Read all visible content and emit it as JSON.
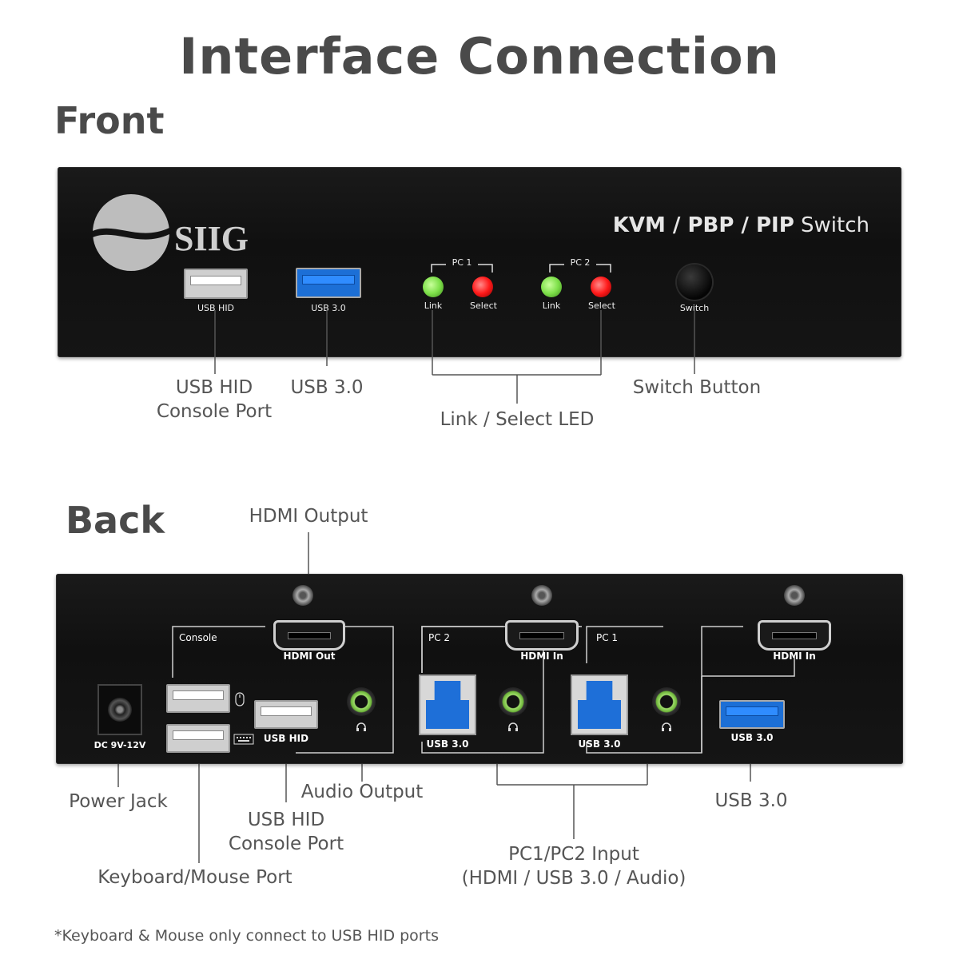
{
  "title": "Interface Connection",
  "front": {
    "heading": "Front",
    "brand": "SIIG",
    "product_bold": "KVM / PBP / PIP",
    "product_light": "Switch",
    "port_labels": {
      "usb_hid": "USB HID",
      "usb3": "USB 3.0",
      "pc1": "PC 1",
      "pc2": "PC 2",
      "link": "Link",
      "select": "Select",
      "switch": "Switch"
    },
    "callouts": {
      "usb_hid_line1": "USB HID",
      "usb_hid_line2": "Console Port",
      "usb3": "USB 3.0",
      "led": "Link / Select LED",
      "switch": "Switch Button"
    },
    "colors": {
      "link_led": "#7ee04a",
      "select_led": "#ff1a1a",
      "usb3_blue": "#1c6fd6"
    }
  },
  "back": {
    "heading": "Back",
    "port_labels": {
      "console": "Console",
      "hdmi_out": "HDMI Out",
      "pc2": "PC 2",
      "pc1": "PC 1",
      "hdmi_in": "HDMI In",
      "usb3": "USB 3.0",
      "usb_hid": "USB HID",
      "dc": "DC 9V-12V"
    },
    "callouts": {
      "hdmi_output": "HDMI Output",
      "power_jack": "Power Jack",
      "audio_output": "Audio Output",
      "usb_hid_line1": "USB HID",
      "usb_hid_line2": "Console Port",
      "keyboard_mouse": "Keyboard/Mouse Port",
      "pc_input_line1": "PC1/PC2 Input",
      "pc_input_line2": "(HDMI / USB 3.0 / Audio)",
      "usb3": "USB 3.0"
    }
  },
  "footnote": "*Keyboard & Mouse only connect to USB HID ports"
}
